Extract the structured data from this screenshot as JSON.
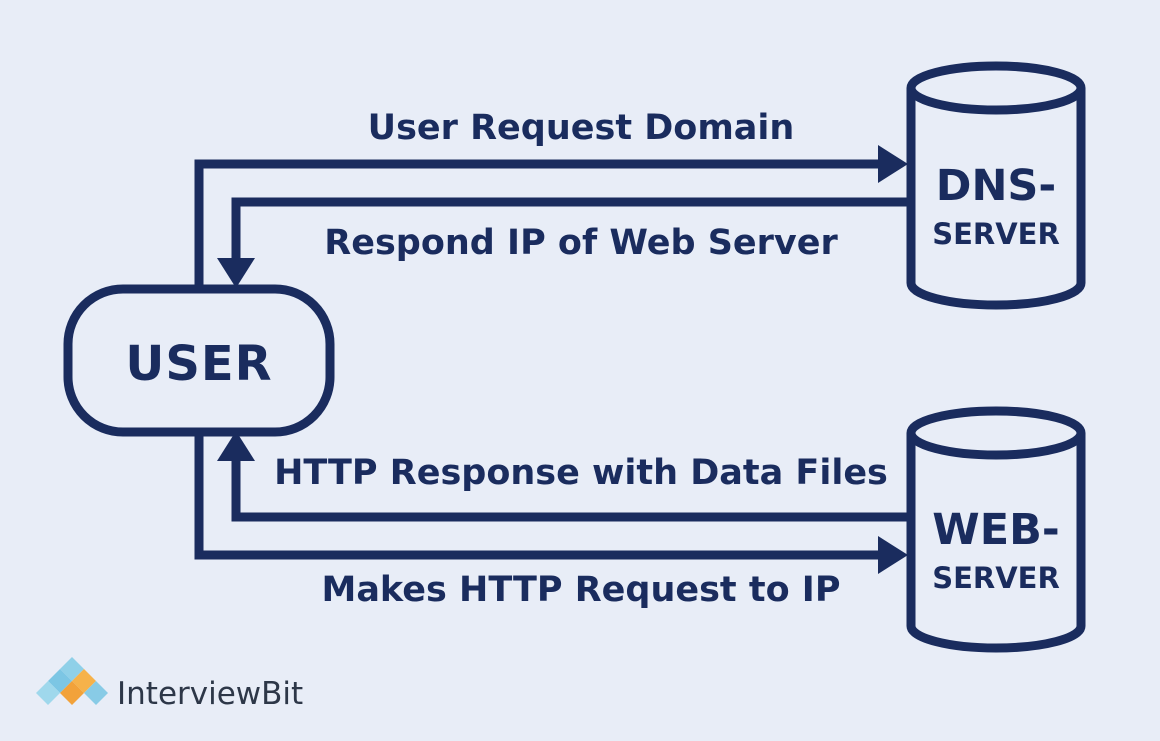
{
  "nodes": {
    "user": {
      "label": "USER"
    },
    "dns_server": {
      "label_line1": "DNS-",
      "label_line2": "SERVER"
    },
    "web_server": {
      "label_line1": "WEB-",
      "label_line2": "SERVER"
    }
  },
  "edges": {
    "user_request_domain": "User Request Domain",
    "respond_ip": "Respond IP of Web Server",
    "http_response": "HTTP Response with Data Files",
    "http_request": "Makes HTTP Request to IP"
  },
  "brand": {
    "name": "InterviewBit",
    "logo_icon": "interviewbit-diamond-logo-icon"
  },
  "colors": {
    "background": "#e8edf7",
    "ink": "#1a2c5e"
  }
}
